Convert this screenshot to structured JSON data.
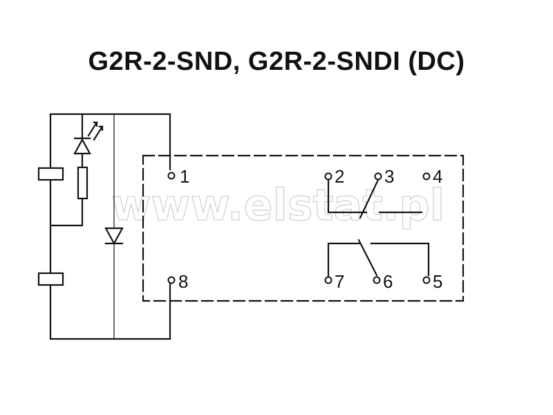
{
  "title": "G2R-2-SND, G2R-2-SNDI (DC)",
  "watermark": "www.elstat.pl",
  "pins": {
    "p1": "1",
    "p2": "2",
    "p3": "3",
    "p4": "4",
    "p5": "5",
    "p6": "6",
    "p7": "7",
    "p8": "8"
  },
  "colors": {
    "line": "#111111",
    "background": "#ffffff",
    "watermark": "#cfcfcf"
  }
}
